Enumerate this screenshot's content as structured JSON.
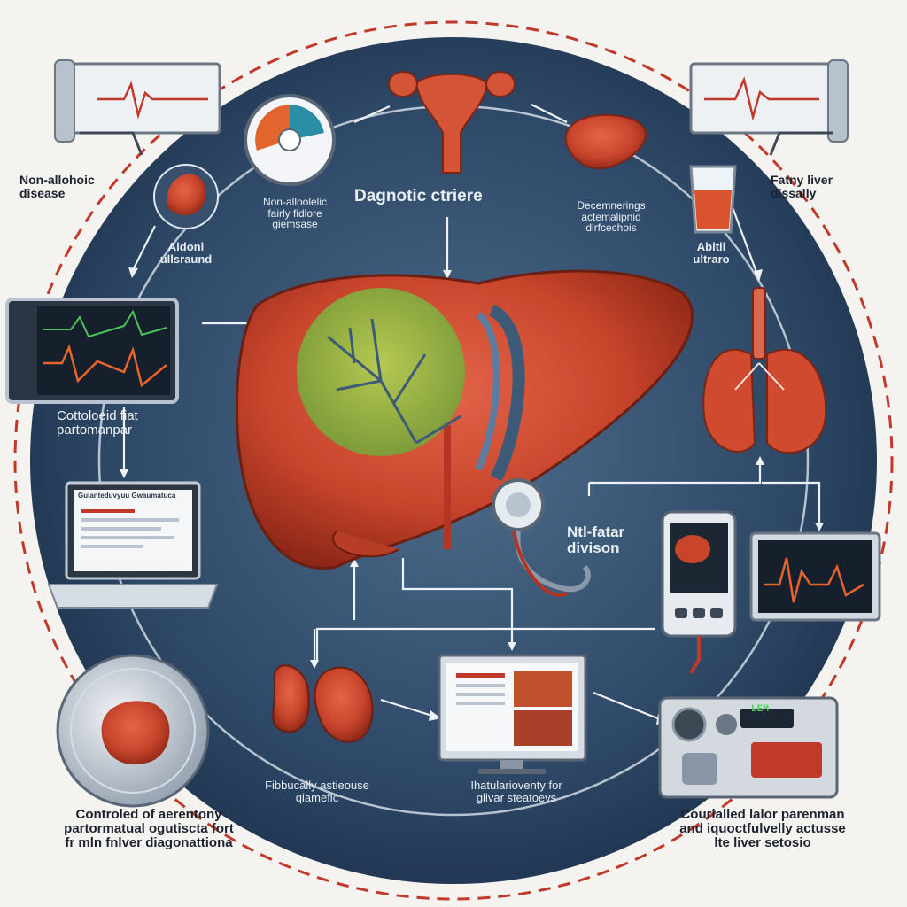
{
  "title": "Dagnotic ctriere",
  "colors": {
    "background": "#f4f3ef",
    "circle": "#2f4a68",
    "liver": "#c8452c",
    "fat_region": "#9bbf3a",
    "accent_dashed": "#c0392b",
    "screen": "#1f2a38"
  },
  "labels": {
    "top_left": [
      "Non-allohoic",
      "disease"
    ],
    "top_right": [
      "Fatny liver",
      "dissally"
    ],
    "aidonl": [
      "Aidonl",
      "ullsraund"
    ],
    "center_left": [
      "Non-alloolelic",
      "fairly fidlore",
      "giemsase"
    ],
    "center_right": [
      "Decemnerings",
      "actemalipnid",
      "dirfcechois"
    ],
    "abitil": [
      "Abitil",
      "ultraro"
    ],
    "monitor_caption": [
      "Cottoloeid fiat",
      "partomanpar"
    ],
    "laptop_screen": [
      "Guianteduvyuu",
      "Gwaumatuca"
    ],
    "ntl": [
      "Ntl-fatar",
      "divison"
    ],
    "fibrosis": [
      "Fibbucally astieouse",
      "qiamefic"
    ],
    "ihatular": [
      "Ihatularioventy for",
      "glivar steatoevs"
    ],
    "bottom_left": [
      "Controled of aerentony",
      "partormatual ogutiscta fort",
      "fr mln fnlver diagonattiona"
    ],
    "bottom_right": [
      "Courlalled lalor parenman",
      "and iquoctfulvelly actusse",
      "lte liver setosio"
    ],
    "device_display": "LEM"
  },
  "icons": [
    "monitor-icon",
    "gauge-icon",
    "uterus-icon",
    "liver-icon",
    "juice-glass-icon",
    "lungs-icon",
    "ecg-monitor-icon",
    "laptop-icon",
    "stethoscope-icon",
    "ultrasound-device-icon",
    "waveform-screen-icon",
    "kidneys-icon",
    "petri-dish-icon",
    "microscopy-monitor-icon",
    "control-panel-icon"
  ]
}
